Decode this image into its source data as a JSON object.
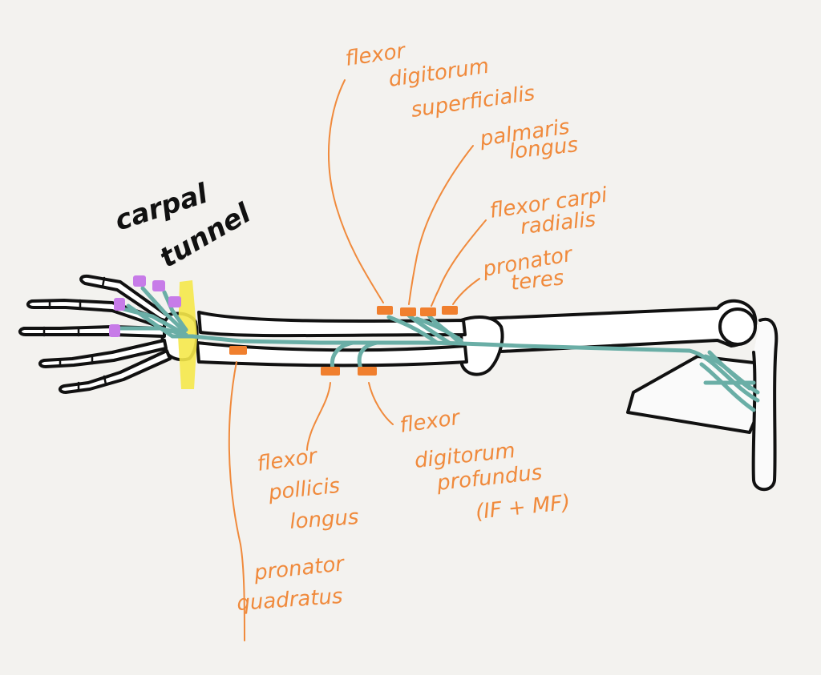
{
  "colors": {
    "background": "#f3f2ef",
    "bone_outline": "#111111",
    "nerve": "#6aaea6",
    "muscle_marker": "#f07f2e",
    "label": "#f08a3c",
    "hand_marker": "#c77be8",
    "carpal_tunnel_highlight": "#f5e84a",
    "carpal_tunnel_label": "#111111"
  },
  "carpal_tunnel": {
    "line1": "carpal",
    "line2": "tunnel"
  },
  "labels": {
    "fds": {
      "line1": "flexor",
      "line2": "digitorum",
      "line3": "superficialis"
    },
    "pl": {
      "line1": "palmaris",
      "line2": "longus"
    },
    "fcr": {
      "line1": "flexor carpi",
      "line2": "radialis"
    },
    "pt": {
      "line1": "pronator",
      "line2": "teres"
    },
    "fpl": {
      "line1": "flexor",
      "line2": "pollicis",
      "line3": "longus"
    },
    "fdp": {
      "line1": "flexor",
      "line2": "digitorum",
      "line3": "profundus",
      "line4": "(IF + MF)"
    },
    "pq": {
      "line1": "pronator",
      "line2": "quadratus"
    }
  }
}
